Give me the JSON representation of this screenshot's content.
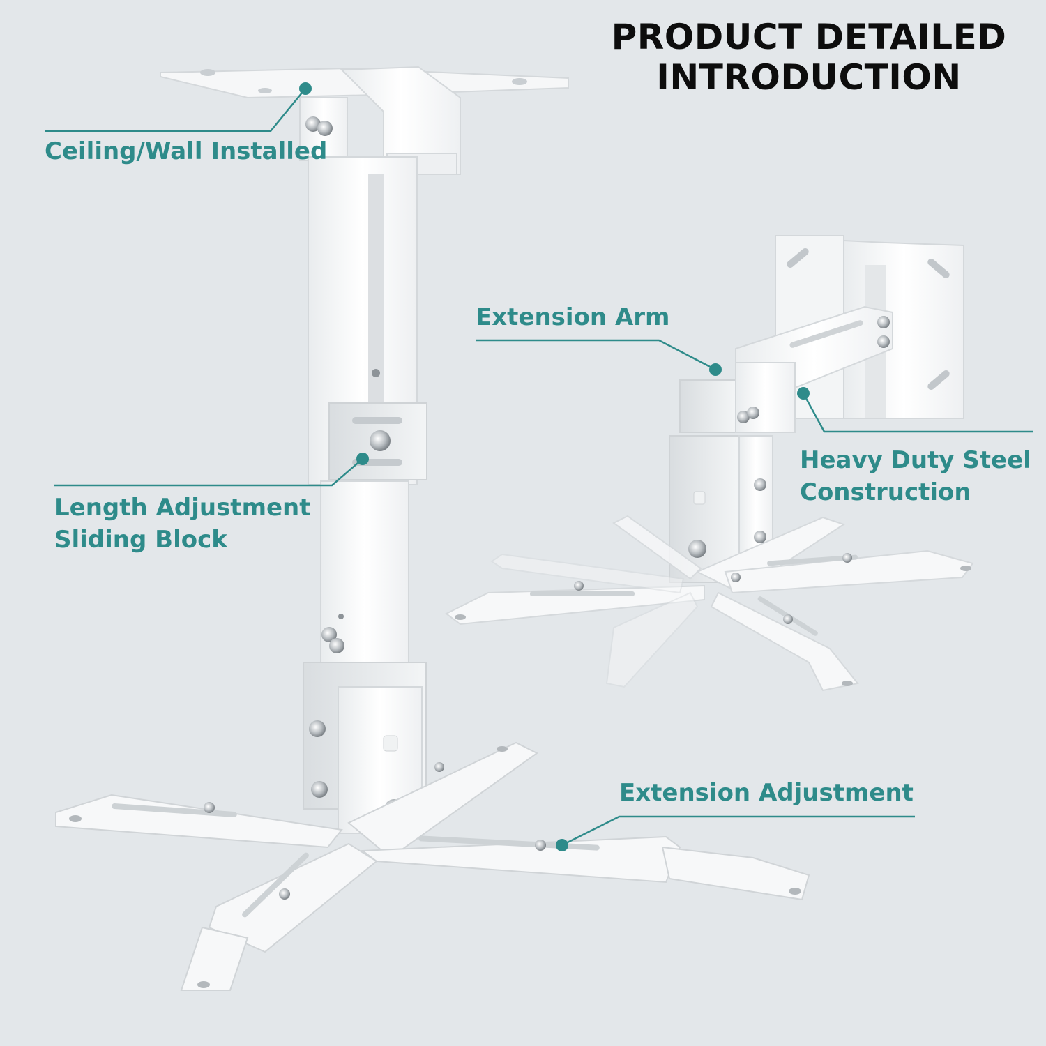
{
  "title": {
    "line1": "PRODUCT DETAILED",
    "line2": "INTRODUCTION"
  },
  "callouts": {
    "ceiling_wall": "Ceiling/Wall Installed",
    "length_adjust_line1": "Length Adjustment",
    "length_adjust_line2": "Sliding Block",
    "extension_arm": "Extension Arm",
    "heavy_duty_line1": "Heavy Duty Steel",
    "heavy_duty_line2": "Construction",
    "extension_adjustment": "Extension Adjustment"
  },
  "colors": {
    "background": "#e3e7ea",
    "accent": "#2e8b8a",
    "title": "#0d0d0d",
    "metal": "#f8f8f8"
  }
}
